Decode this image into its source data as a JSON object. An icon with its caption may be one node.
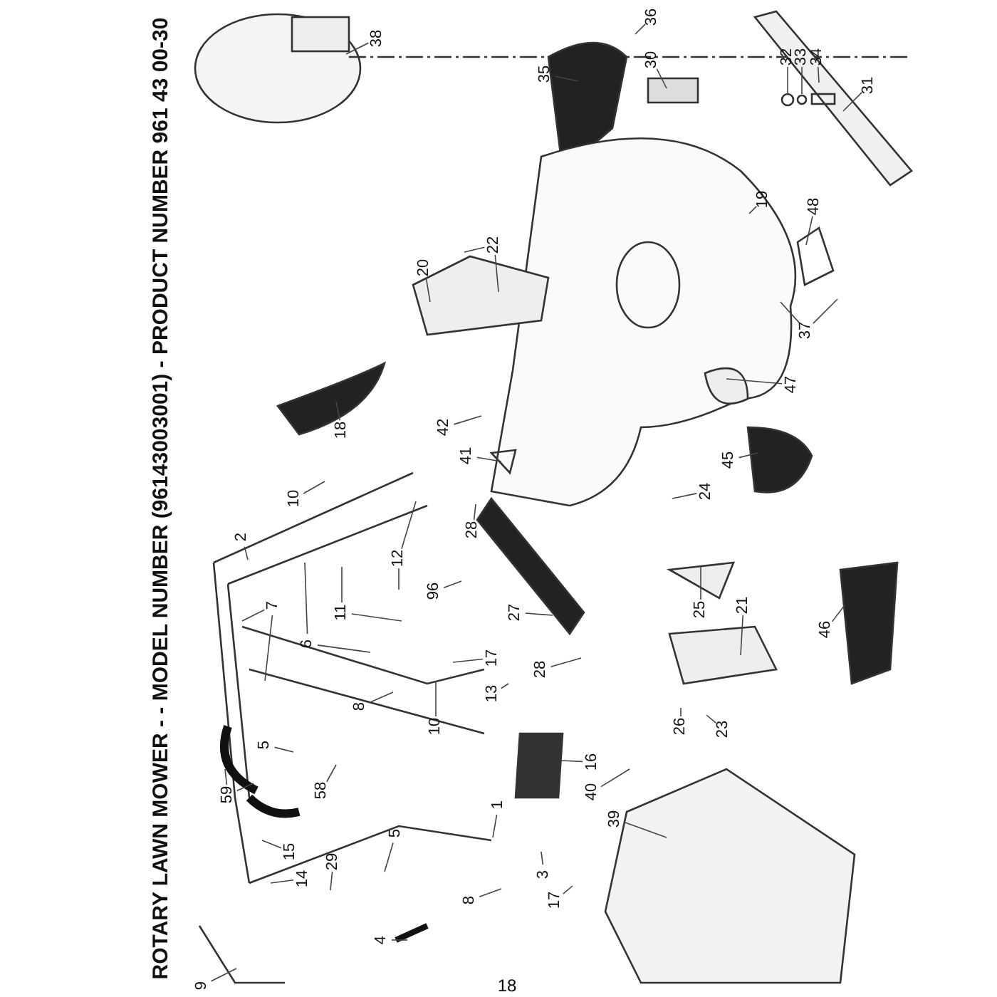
{
  "diagram": {
    "title": "ROTARY LAWN MOWER - - MODEL NUMBER (96143003001) - PRODUCT NUMBER 961 43 00-30",
    "nodes": [
      {
        "text": [
          "36"
        ]
      },
      {
        "text": [
          "38"
        ]
      },
      {
        "text": [
          "31"
        ]
      },
      {
        "text": [
          "35"
        ]
      },
      {
        "text": [
          "30"
        ]
      },
      {
        "text": [
          "32"
        ]
      },
      {
        "text": [
          "33"
        ]
      },
      {
        "text": [
          "34"
        ]
      },
      {
        "text": [
          "19"
        ]
      },
      {
        "text": [
          "48"
        ]
      },
      {
        "text": [
          "22"
        ]
      },
      {
        "text": [
          "20"
        ]
      },
      {
        "text": [
          "37"
        ]
      },
      {
        "text": [
          "47"
        ]
      },
      {
        "text": [
          "18"
        ]
      },
      {
        "text": [
          "42"
        ]
      },
      {
        "text": [
          "41"
        ]
      },
      {
        "text": [
          "45"
        ]
      },
      {
        "text": [
          "10"
        ]
      },
      {
        "text": [
          "2"
        ]
      },
      {
        "text": [
          "12"
        ]
      },
      {
        "text": [
          "28"
        ]
      },
      {
        "text": [
          "24"
        ]
      },
      {
        "text": [
          "96"
        ]
      },
      {
        "text": [
          "7"
        ]
      },
      {
        "text": [
          "11"
        ]
      },
      {
        "text": [
          "6"
        ]
      },
      {
        "text": [
          "27"
        ]
      },
      {
        "text": [
          "25"
        ]
      },
      {
        "text": [
          "21"
        ]
      },
      {
        "text": [
          "17"
        ]
      },
      {
        "text": [
          "28"
        ]
      },
      {
        "text": [
          "46"
        ]
      },
      {
        "text": [
          "10"
        ]
      },
      {
        "text": [
          "13"
        ]
      },
      {
        "text": [
          "16"
        ]
      },
      {
        "text": [
          "23"
        ]
      },
      {
        "text": [
          "26"
        ]
      },
      {
        "text": [
          "5"
        ]
      },
      {
        "text": [
          "59"
        ]
      },
      {
        "text": [
          "58"
        ]
      },
      {
        "text": [
          "40"
        ]
      },
      {
        "text": [
          "39"
        ]
      },
      {
        "text": [
          "1"
        ]
      },
      {
        "text": [
          "5"
        ]
      },
      {
        "text": [
          "15"
        ]
      },
      {
        "text": [
          "29"
        ]
      },
      {
        "text": [
          "14"
        ]
      },
      {
        "text": [
          "3"
        ]
      },
      {
        "text": [
          "8"
        ]
      },
      {
        "text": [
          "8"
        ]
      },
      {
        "text": [
          "17"
        ]
      },
      {
        "text": [
          "4"
        ]
      },
      {
        "text": [
          "9"
        ]
      }
    ],
    "edges": [
      {
        "from": 0,
        "to": null,
        "arrow": "none"
      },
      {
        "from": 1,
        "to": null,
        "arrow": "none"
      },
      {
        "from": 2,
        "to": null,
        "arrow": "none"
      },
      {
        "from": 3,
        "to": null,
        "arrow": "none"
      },
      {
        "from": 4,
        "to": null,
        "arrow": "none"
      },
      {
        "from": 5,
        "to": null,
        "arrow": "none"
      },
      {
        "from": 6,
        "to": null,
        "arrow": "none"
      },
      {
        "from": 7,
        "to": null,
        "arrow": "none"
      },
      {
        "from": 8,
        "to": null,
        "arrow": "none"
      },
      {
        "from": 9,
        "to": null,
        "arrow": "none"
      },
      {
        "from": 10,
        "to": null,
        "arrow": "none"
      },
      {
        "from": 10,
        "to": null,
        "arrow": "none"
      },
      {
        "from": 11,
        "to": null,
        "arrow": "none"
      },
      {
        "from": 12,
        "to": null,
        "arrow": "none"
      },
      {
        "from": 12,
        "to": null,
        "arrow": "none"
      },
      {
        "from": 13,
        "to": null,
        "arrow": "none"
      },
      {
        "from": 14,
        "to": null,
        "arrow": "none"
      },
      {
        "from": 15,
        "to": null,
        "arrow": "none"
      },
      {
        "from": 16,
        "to": null,
        "arrow": "none"
      },
      {
        "from": 17,
        "to": null,
        "arrow": "none"
      },
      {
        "from": 18,
        "to": null,
        "arrow": "none"
      },
      {
        "from": 19,
        "to": null,
        "arrow": "none"
      },
      {
        "from": 20,
        "to": null,
        "arrow": "none"
      },
      {
        "from": 20,
        "to": null,
        "arrow": "none"
      },
      {
        "from": 21,
        "to": null,
        "arrow": "none"
      },
      {
        "from": 22,
        "to": null,
        "arrow": "none"
      },
      {
        "from": 23,
        "to": null,
        "arrow": "none"
      },
      {
        "from": 24,
        "to": null,
        "arrow": "none"
      },
      {
        "from": 24,
        "to": null,
        "arrow": "none"
      },
      {
        "from": 25,
        "to": null,
        "arrow": "none"
      },
      {
        "from": 25,
        "to": null,
        "arrow": "none"
      },
      {
        "from": 26,
        "to": null,
        "arrow": "none"
      },
      {
        "from": 26,
        "to": null,
        "arrow": "none"
      },
      {
        "from": 27,
        "to": null,
        "arrow": "none"
      },
      {
        "from": 28,
        "to": null,
        "arrow": "none"
      },
      {
        "from": 29,
        "to": null,
        "arrow": "none"
      },
      {
        "from": 30,
        "to": null,
        "arrow": "none"
      },
      {
        "from": 31,
        "to": null,
        "arrow": "none"
      },
      {
        "from": 32,
        "to": null,
        "arrow": "none"
      },
      {
        "from": 33,
        "to": null,
        "arrow": "none"
      },
      {
        "from": 34,
        "to": null,
        "arrow": "none"
      },
      {
        "from": 35,
        "to": null,
        "arrow": "none"
      },
      {
        "from": 36,
        "to": null,
        "arrow": "none"
      },
      {
        "from": 37,
        "to": null,
        "arrow": "none"
      },
      {
        "from": 38,
        "to": null,
        "arrow": "none"
      },
      {
        "from": 39,
        "to": null,
        "arrow": "none"
      },
      {
        "from": 39,
        "to": null,
        "arrow": "none"
      },
      {
        "from": 40,
        "to": null,
        "arrow": "none"
      },
      {
        "from": 41,
        "to": null,
        "arrow": "none"
      },
      {
        "from": 42,
        "to": null,
        "arrow": "none"
      },
      {
        "from": 43,
        "to": null,
        "arrow": "none"
      },
      {
        "from": 44,
        "to": null,
        "arrow": "none"
      },
      {
        "from": 45,
        "to": null,
        "arrow": "none"
      },
      {
        "from": 46,
        "to": null,
        "arrow": "none"
      },
      {
        "from": 47,
        "to": null,
        "arrow": "none"
      },
      {
        "from": 48,
        "to": null,
        "arrow": "none"
      },
      {
        "from": 49,
        "to": null,
        "arrow": "none"
      },
      {
        "from": 50,
        "to": null,
        "arrow": "none"
      },
      {
        "from": 51,
        "to": null,
        "arrow": "none"
      },
      {
        "from": 52,
        "to": null,
        "arrow": "none"
      },
      {
        "from": 53,
        "to": null,
        "arrow": "none"
      }
    ],
    "labels": [
      "18"
    ]
  }
}
